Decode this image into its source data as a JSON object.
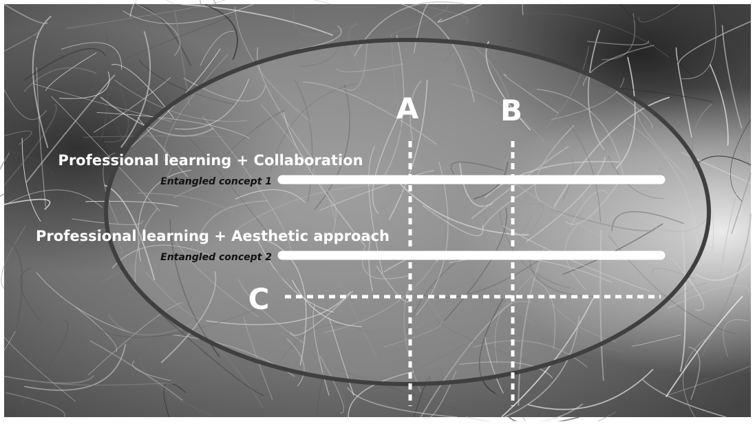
{
  "diagram": {
    "labels": {
      "a": "A",
      "b": "B",
      "c": "C"
    },
    "concepts": [
      {
        "title": "Professional learning + Collaboration",
        "caption": "Entangled concept 1"
      },
      {
        "title": "Professional learning + Aesthetic approach",
        "caption": "Entangled concept 2"
      }
    ]
  },
  "colors": {
    "background_dark": "#3a3a3a",
    "background_light": "#d9d9d9",
    "ellipse_outline": "#3f3f3f",
    "line": "#ffffff",
    "caption_text": "#111111"
  }
}
